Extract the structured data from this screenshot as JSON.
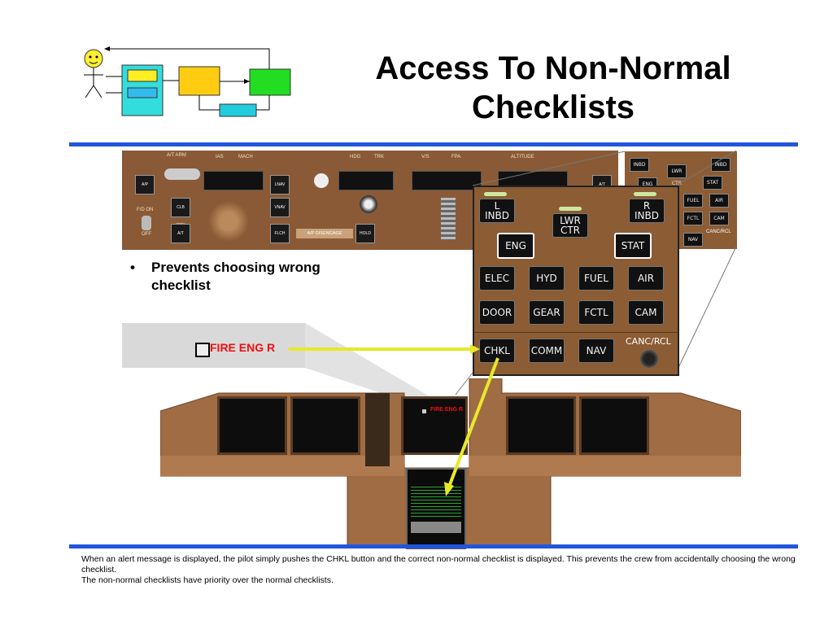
{
  "slide": {
    "title_line1": "Access To Non-Normal",
    "title_line2": "Checklists",
    "bullet_marker": "•",
    "bullet_text": "Prevents choosing wrong checklist",
    "description_line1": "When an alert message is displayed, the pilot simply pushes the CHKL button and the correct non-normal checklist is displayed.  This prevents the crew from accidentally choosing the wrong checklist.",
    "description_line2": "The non-normal checklists have priority over the normal checklists."
  },
  "alert": {
    "message": "FIRE ENG R",
    "message_small": "FIRE ENG R"
  },
  "mcp": {
    "labels": [
      "A/T ARM",
      "IAS",
      "MACH",
      "HDG",
      "TRK",
      "V/S",
      "FPA",
      "ALTITUDE",
      "A/P DISENGAGE"
    ],
    "buttons": [
      "A/P",
      "CLB CON",
      "A/T",
      "LNAV",
      "VNAV",
      "FLCH",
      "HOLD",
      "A/T"
    ],
    "fd_label": "F/D ON",
    "off_label": "OFF"
  },
  "checklist_panel": {
    "top_left": "L\nINBD",
    "top_center": "LWR\nCTR",
    "top_right": "R\nINBD",
    "row1": [
      "ENG",
      "STAT"
    ],
    "row2": [
      "ELEC",
      "HYD",
      "FUEL",
      "AIR"
    ],
    "row3": [
      "DOOR",
      "GEAR",
      "FCTL",
      "CAM"
    ],
    "row4": [
      "CHKL",
      "COMM",
      "NAV"
    ],
    "canc_rcl": "CANC/RCL"
  },
  "small_panel": {
    "buttons": [
      "INBD",
      "LWR CTR",
      "INBD",
      "ENG",
      "STAT",
      "FUEL",
      "AIR",
      "FCTL",
      "CAM",
      "NAV",
      "CANC/RCL"
    ]
  },
  "colors": {
    "accent_rule": "#2255dd",
    "alert_red": "#ee1111",
    "arrow_yellow": "#e8e82a",
    "panel_brown": "#8c5c34"
  }
}
